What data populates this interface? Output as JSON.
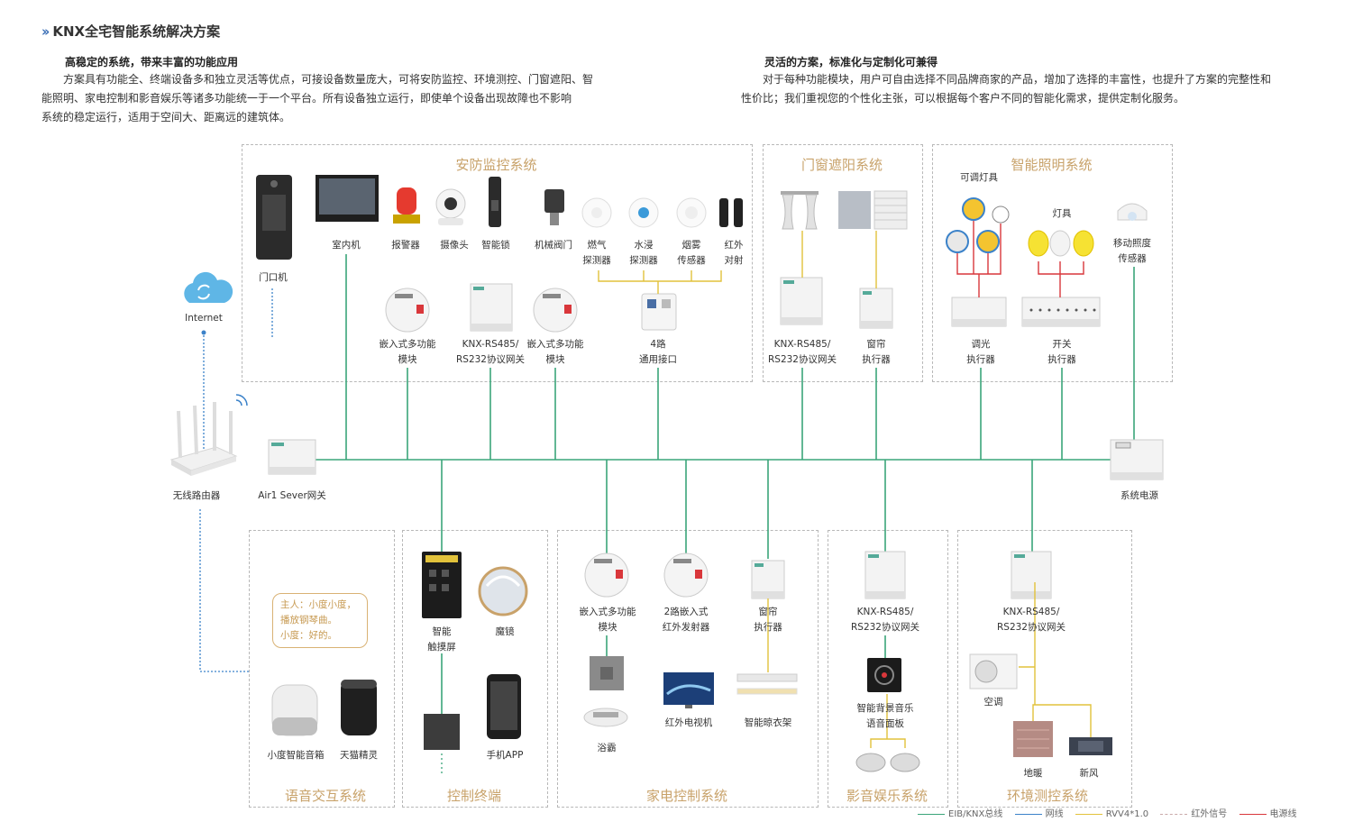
{
  "header": {
    "chevron": "››",
    "title": "KNX全宅智能系统解决方案"
  },
  "intro_left": {
    "heading": "高稳定的系统，带来丰富的功能应用",
    "lines": [
      "　　方案具有功能全、终端设备多和独立灵活等优点，可接设备数量庞大，可将安防监控、环境测控、门窗遮阳、智",
      "能照明、家电控制和影音娱乐等诸多功能统一于一个平台。所有设备独立运行，即使单个设备出现故障也不影响",
      "系统的稳定运行，适用于空间大、距离远的建筑体。"
    ]
  },
  "intro_right": {
    "heading": "灵活的方案，标准化与定制化可兼得",
    "lines": [
      "　　对于每种功能模块，用户可自由选择不同品牌商家的产品，增加了选择的丰富性，也提升了方案的完整性和",
      "性价比；我们重视您的个性化主张，可以根据每个客户不同的智能化需求，提供定制化服务。"
    ]
  },
  "sections": {
    "security": "安防监控系统",
    "curtain": "门窗遮阳系统",
    "lighting": "智能照明系统",
    "voice": "语音交互系统",
    "control": "控制终端",
    "appliance": "家电控制系统",
    "av": "影音娱乐系统",
    "env": "环境测控系统"
  },
  "devices": {
    "door_station": "门口机",
    "indoor_monitor": "室内机",
    "alarm": "报警器",
    "camera": "摄像头",
    "smart_lock": "智能锁",
    "valve": "机械阀门",
    "gas_l1": "燃气",
    "gas_l2": "探测器",
    "water_l1": "水浸",
    "water_l2": "探测器",
    "smoke_l1": "烟雾",
    "smoke_l2": "传感器",
    "ir_l1": "红外",
    "ir_l2": "对射",
    "embed_l1": "嵌入式多功能",
    "embed_l2": "模块",
    "gw_l1": "KNX-RS485/",
    "gw_l2": "RS232协议网关",
    "io4_l1": "4路",
    "io4_l2": "通用接口",
    "curtain_act_l1": "窗帘",
    "curtain_act_l2": "执行器",
    "dim_lamp": "可调灯具",
    "lamp": "灯具",
    "motion_l1": "移动照度",
    "motion_l2": "传感器",
    "dim_act_l1": "调光",
    "dim_act_l2": "执行器",
    "sw_act_l1": "开关",
    "sw_act_l2": "执行器",
    "internet": "Internet",
    "router": "无线路由器",
    "air_gw": "Air1 Sever网关",
    "power": "系统电源",
    "bubble": [
      "主人：小度小度，",
      "播放钢琴曲。",
      "小度：好的。"
    ],
    "xiaodu": "小度智能音箱",
    "tmall": "天猫精灵",
    "touch_l1": "智能",
    "touch_l2": "触摸屏",
    "mirror": "魔镜",
    "app": "手机APP",
    "ir2_l1": "2路嵌入式",
    "ir2_l2": "红外发射器",
    "bath": "浴霸",
    "tv": "红外电视机",
    "dryer": "智能晾衣架",
    "bgm_l1": "智能背景音乐",
    "bgm_l2": "语音面板",
    "ac": "空调",
    "floor": "地暖",
    "fresh": "新风"
  },
  "legend": [
    {
      "label": "EIB/KNX总线",
      "color": "#3aa57a",
      "style": "solid"
    },
    {
      "label": "网线",
      "color": "#3b82c9",
      "style": "solid"
    },
    {
      "label": "RVV4*1.0",
      "color": "#e2c23b",
      "style": "solid"
    },
    {
      "label": "红外信号",
      "color": "#c9a9a9",
      "style": "dashed"
    },
    {
      "label": "电源线",
      "color": "#d9373b",
      "style": "solid"
    }
  ],
  "colors": {
    "bus": "#3aa57a",
    "net": "#3b82c9",
    "rvv": "#e2c23b",
    "ir": "#c9a9a9",
    "power": "#d9373b",
    "title": "#c8a26a",
    "bubble": "#c79a52"
  }
}
